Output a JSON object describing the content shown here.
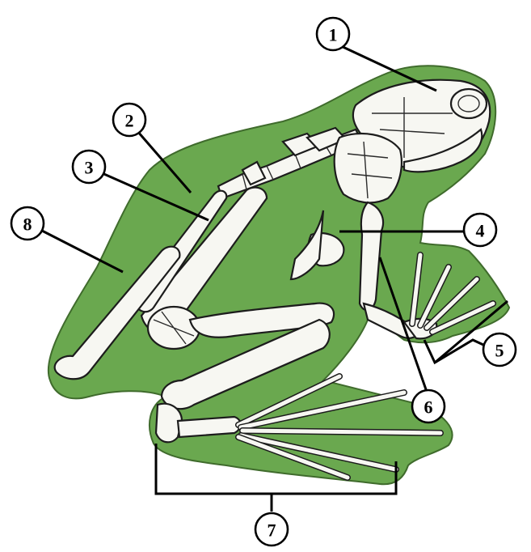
{
  "colors": {
    "body": "#6aa84f",
    "body_outline": "#3f6b2c",
    "bone": "#f7f7f2",
    "ink": "#000000"
  },
  "labels": [
    {
      "id": "1",
      "text": "1"
    },
    {
      "id": "2",
      "text": "2"
    },
    {
      "id": "3",
      "text": "3"
    },
    {
      "id": "4",
      "text": "4"
    },
    {
      "id": "5",
      "text": "5"
    },
    {
      "id": "6",
      "text": "6"
    },
    {
      "id": "7",
      "text": "7"
    },
    {
      "id": "8",
      "text": "8"
    }
  ]
}
